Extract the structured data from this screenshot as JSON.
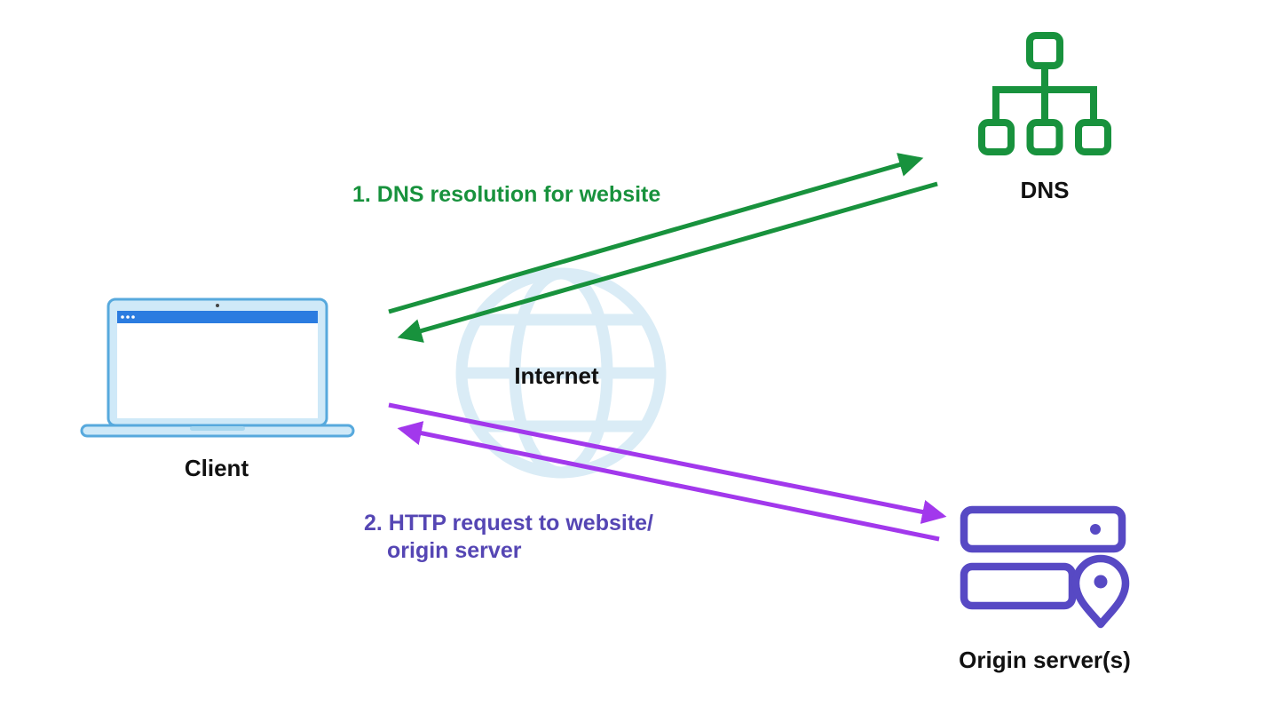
{
  "diagram": {
    "nodes": {
      "client": {
        "label": "Client"
      },
      "dns": {
        "label": "DNS"
      },
      "internet": {
        "label": "Internet"
      },
      "origin_server": {
        "label": "Origin server(s)"
      }
    },
    "flows": {
      "dns_resolution": {
        "step": "1",
        "label": "1. DNS resolution for website",
        "color": "#18923d",
        "direction": "bidirectional: Client ↔ DNS"
      },
      "http_request": {
        "step": "2",
        "label_line1": "2. HTTP request to website/",
        "label_line2": "origin server",
        "color": "#a238ec",
        "direction": "bidirectional: Client ↔ Origin server(s)"
      }
    },
    "colors": {
      "green": "#18923d",
      "purple_arrow": "#a238ec",
      "purple_text": "#5546b4",
      "indigo_icon": "#5749c4",
      "laptop_titlebar_blue": "#2b7ce0",
      "laptop_light_blue": "#cfe9f8",
      "laptop_border_blue": "#57a9dd",
      "globe_light_blue": "#daecf6",
      "text_dark": "#111111",
      "background": "#ffffff"
    }
  }
}
